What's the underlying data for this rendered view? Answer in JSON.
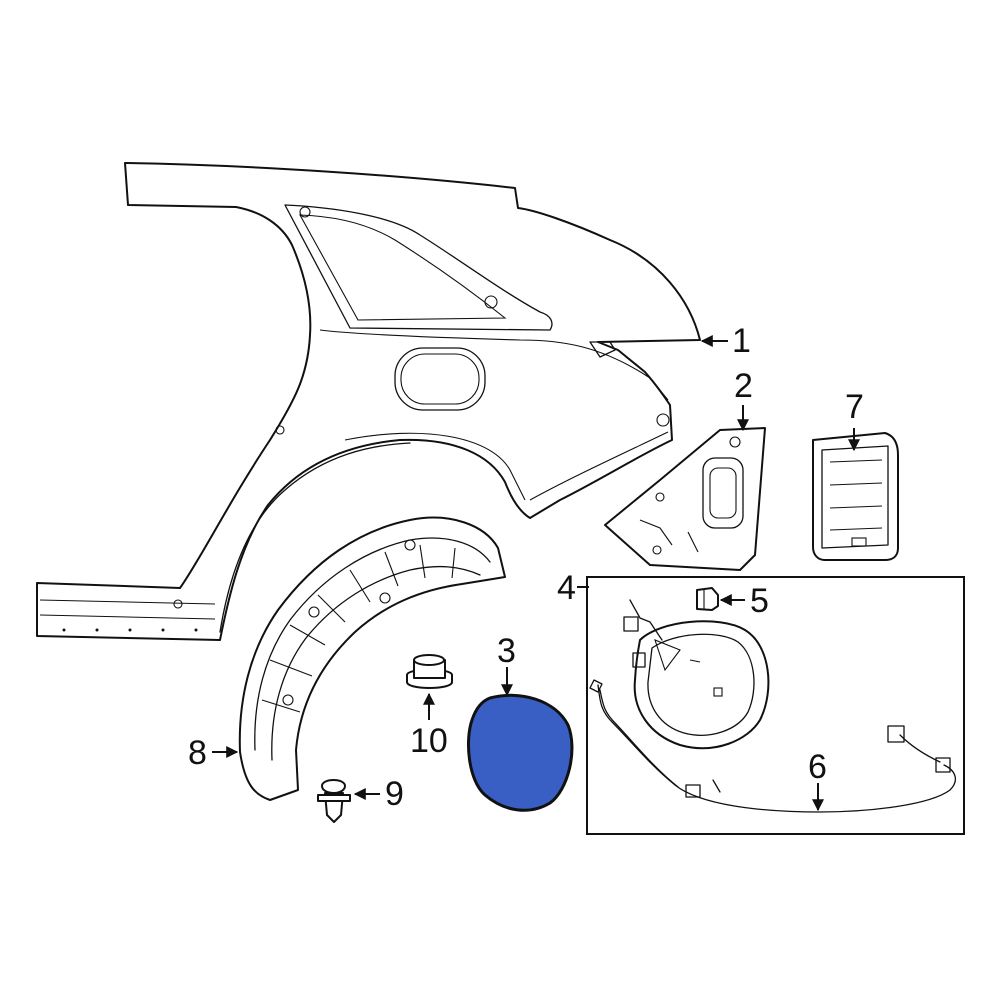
{
  "highlight_color": "#3a5fc4",
  "callouts": [
    {
      "id": "1",
      "text": "1"
    },
    {
      "id": "2",
      "text": "2"
    },
    {
      "id": "3",
      "text": "3"
    },
    {
      "id": "4",
      "text": "4"
    },
    {
      "id": "5",
      "text": "5"
    },
    {
      "id": "6",
      "text": "6"
    },
    {
      "id": "7",
      "text": "7"
    },
    {
      "id": "8",
      "text": "8"
    },
    {
      "id": "9",
      "text": "9"
    },
    {
      "id": "10",
      "text": "10"
    }
  ]
}
